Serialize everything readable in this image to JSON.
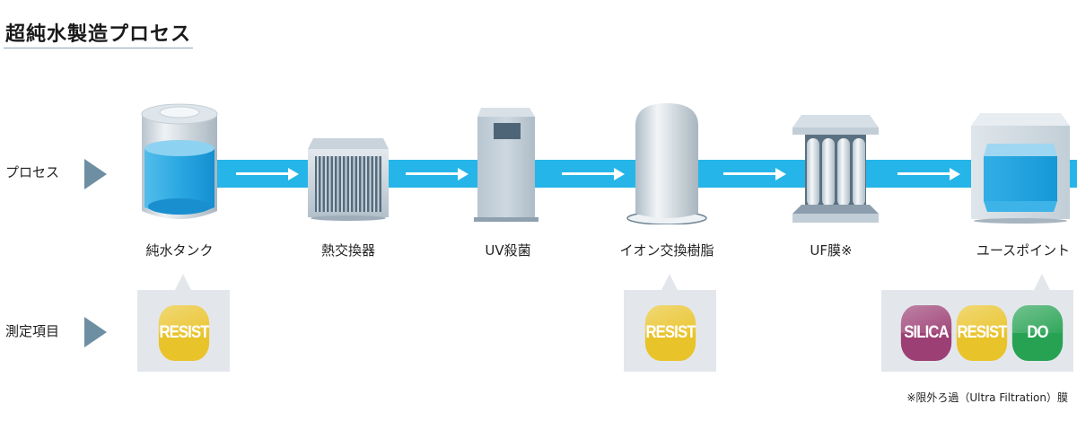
{
  "title": "超純水製造プロセス",
  "rows": {
    "process_label": "プロセス",
    "measurement_label": "測定項目"
  },
  "steps": [
    {
      "id": "pure-water-tank",
      "label": "純水タンク"
    },
    {
      "id": "heat-exchanger",
      "label": "熱交換器"
    },
    {
      "id": "uv-sterilization",
      "label": "UV殺菌"
    },
    {
      "id": "ion-exchange-resin",
      "label": "イオン交換樹脂"
    },
    {
      "id": "uf-membrane",
      "label": "UF膜※"
    },
    {
      "id": "point-of-use",
      "label": "ユースポイント"
    }
  ],
  "measurements": {
    "tank": [
      {
        "label": "RESIST",
        "color": "#e9c32a"
      }
    ],
    "ion_exchange": [
      {
        "label": "RESIST",
        "color": "#e9c32a"
      }
    ],
    "use_point": [
      {
        "label": "SILICA",
        "color": "#9c3f74"
      },
      {
        "label": "RESIST",
        "color": "#e9c32a"
      },
      {
        "label": "DO",
        "color": "#27a253"
      }
    ]
  },
  "colors": {
    "pipe": "#26b5e8",
    "row_arrow": "#6e8ea2",
    "panel": "#e3e7ec"
  },
  "footnote": "※限外ろ過（Ultra Filtration）膜"
}
